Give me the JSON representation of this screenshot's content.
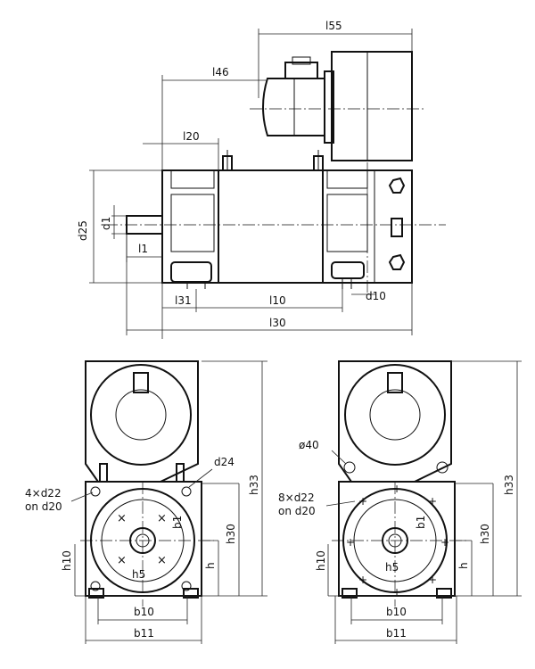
{
  "labels": {
    "l55": "l55",
    "l46": "l46",
    "l20": "l20",
    "d25": "d25",
    "d1": "d1",
    "l1": "l1",
    "l31": "l31",
    "l10": "l10",
    "d10": "d10",
    "l30": "l30",
    "d24": "d24",
    "holes4": "4×d22",
    "on_d20_left": "on d20",
    "b1_left": "b1",
    "h5_left": "h5",
    "h_left": "h",
    "h10_left": "h10",
    "h30_left": "h30",
    "h33_left": "h33",
    "b10_left": "b10",
    "b11_left": "b11",
    "dia40": "ø40",
    "holes8": "8×d22",
    "on_d20_right": "on d20",
    "b1_right": "b1",
    "h5_right": "h5",
    "h_right": "h",
    "h10_right": "h10",
    "h30_right": "h30",
    "h33_right": "h33",
    "b10_right": "b10",
    "b11_right": "b11"
  }
}
